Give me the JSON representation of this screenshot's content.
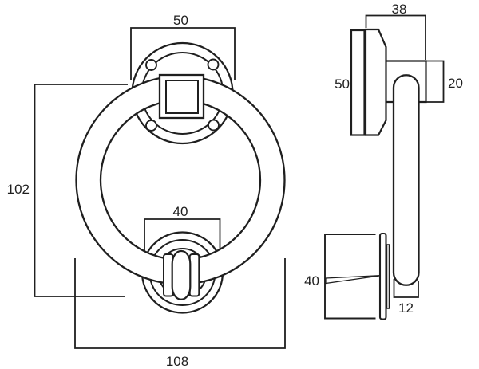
{
  "page": {
    "background": "#ffffff",
    "line_color": "#1f1f1f"
  },
  "front_view": {
    "plate_width": "50",
    "overall_height": "102",
    "strike_plate_width": "40",
    "overall_width": "108"
  },
  "side_view": {
    "rosette_width": "38",
    "rosette_height": "50",
    "pivot_block_height": "20",
    "strike_plate_diameter": "40",
    "ring_depth": "12"
  }
}
